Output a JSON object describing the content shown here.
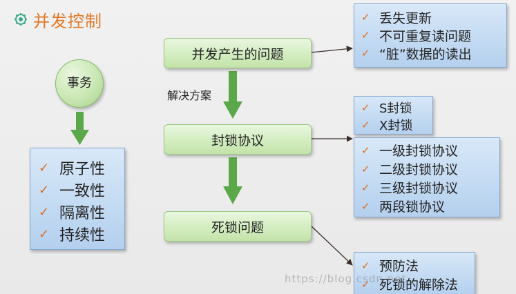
{
  "title": "并发控制",
  "transaction": "事务",
  "acid": [
    "原子性",
    "一致性",
    "隔离性",
    "持续性"
  ],
  "process": [
    "并发产生的问题",
    "封锁协议",
    "死锁问题"
  ],
  "solution_label": "解决方案",
  "problems": [
    "丢失更新",
    "不可重复读问题",
    "“脏”数据的读出"
  ],
  "lock_types": [
    "S封锁",
    "X封锁"
  ],
  "protocols": [
    "一级封锁协议",
    "二级封锁协议",
    "三级封锁协议",
    "两段锁协议"
  ],
  "deadlock_solutions": [
    "预防法",
    "死锁的解除法"
  ],
  "watermark": "https://blog.csdn.net",
  "check_glyph": "✓",
  "colors": {
    "title": "#e07a2a",
    "check": "#e06a1c",
    "arrow_green": "#5aa84a",
    "box_green": "#d3edc0",
    "box_blue": "#b4d0ee"
  }
}
